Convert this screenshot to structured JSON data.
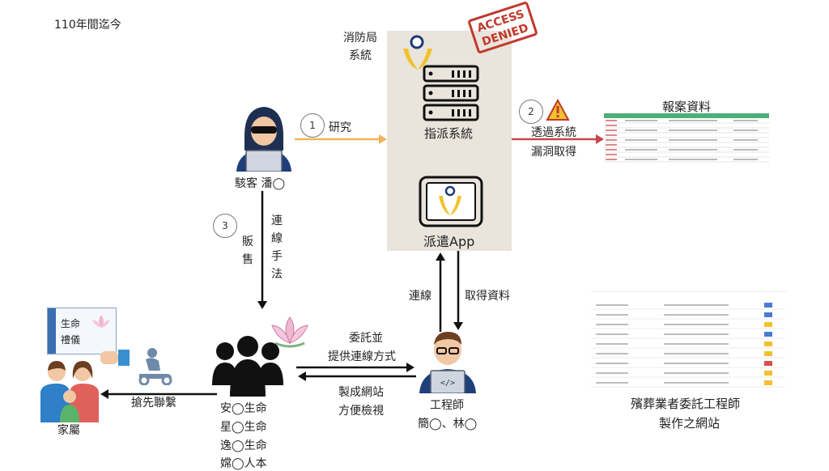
{
  "header": {
    "period": "110年間迄今"
  },
  "fire_system": {
    "label_line1": "消防局",
    "label_line2": "系統",
    "dispatch_system": "指派系統",
    "dispatch_app": "派遣App"
  },
  "stamp": {
    "line1": "ACCESS",
    "line2": "DENIED"
  },
  "hacker": {
    "label": "駭客  潘◯"
  },
  "steps": {
    "s1": {
      "num": "1",
      "label": "研究"
    },
    "s2": {
      "num": "2",
      "line1": "透過系統",
      "line2": "漏洞取得"
    },
    "s3": {
      "num": "3",
      "left": [
        "販",
        "售"
      ],
      "right": [
        "連",
        "線",
        "手",
        "法"
      ]
    }
  },
  "report": {
    "title": "報案資料"
  },
  "app_link": {
    "connect": "連線",
    "get_data": "取得資料"
  },
  "engineer": {
    "label": "工程師",
    "names": "簡◯、林◯"
  },
  "website": {
    "line1": "殯葬業者委託工程師",
    "line2": "製作之網站"
  },
  "commission": {
    "line1": "委託並",
    "line2": "提供連線方式"
  },
  "build": {
    "line1": "製成網站",
    "line2": "方便檢視"
  },
  "funeral": {
    "companies": [
      "安◯生命",
      "星◯生命",
      "逸◯生命",
      "嫦◯人本"
    ]
  },
  "family": {
    "label": "家屬",
    "contact": "搶先聯繫"
  },
  "card": {
    "line1": "生命",
    "line2": "禮儀"
  },
  "colors": {
    "orange": "#f0b35a",
    "red": "#c8464a",
    "black": "#111111",
    "box": "#e9e4dc"
  }
}
